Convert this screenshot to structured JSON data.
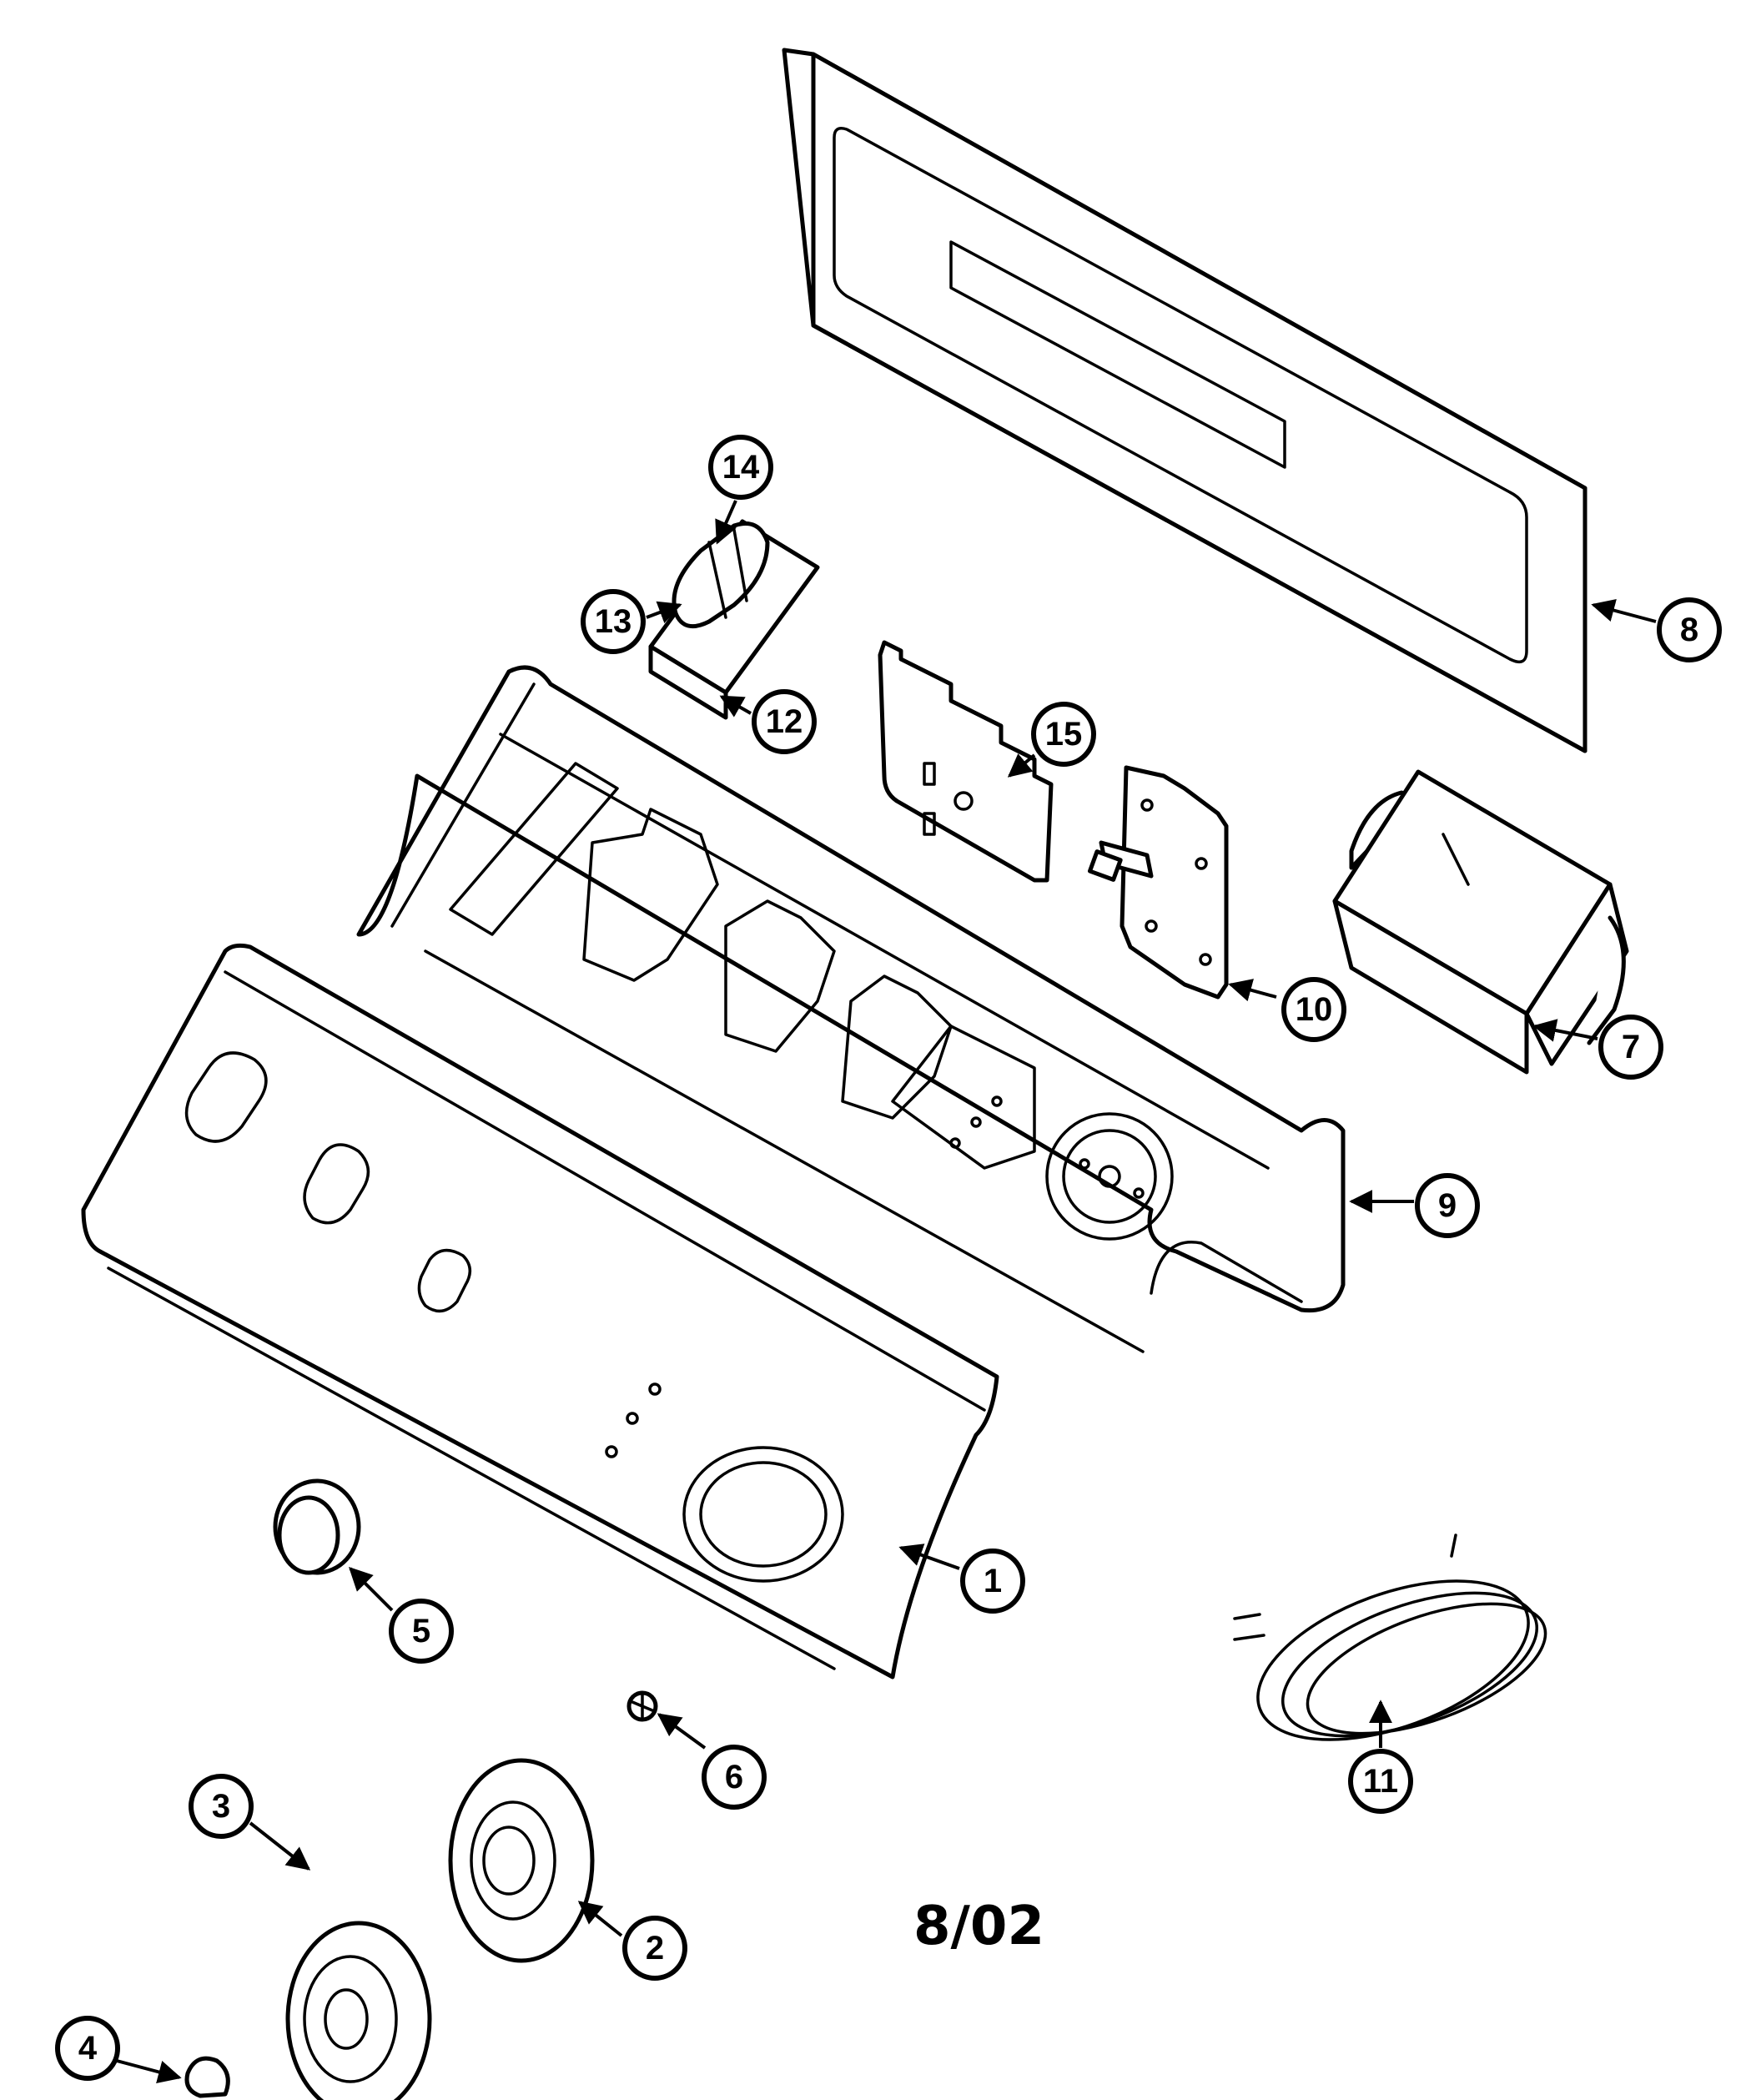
{
  "diagram": {
    "date_code": "8/02",
    "callouts": [
      "1",
      "2",
      "3",
      "4",
      "5",
      "6",
      "7",
      "8",
      "9",
      "10",
      "11",
      "12",
      "13",
      "14",
      "15"
    ]
  },
  "colors": {
    "line": "#000000",
    "background": "#ffffff"
  }
}
